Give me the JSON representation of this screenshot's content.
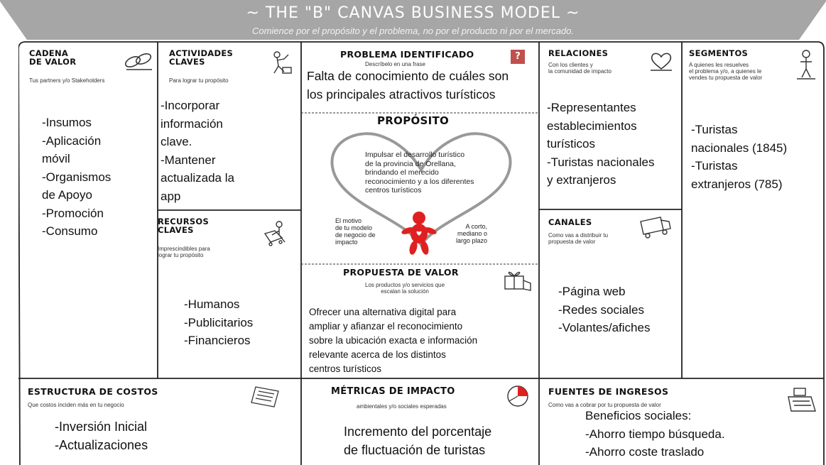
{
  "banner": {
    "title": "~ THE \"B\" CANVAS BUSINESS MODEL ~",
    "subtitle": "Comience por el propósito y el problema, no por el producto ni por el mercado."
  },
  "cadena": {
    "title": "CADENA\nDE VALOR",
    "subtitle": "Tus partners y/o Stakeholders",
    "content": "-Insumos\n-Aplicación\nmóvil\n-Organismos\nde Apoyo\n-Promoción\n-Consumo",
    "icon": "chain-links-icon"
  },
  "actividades": {
    "title": "ACTIVIDADES\nCLAVES",
    "subtitle": "Para lograr tu propósito",
    "content": "-Incorporar\ninformación\nclave.\n-Mantener\nactualizada la\napp",
    "icon": "worker-icon"
  },
  "recursos": {
    "title": "RECURSOS\nCLAVES",
    "subtitle": "Imprescindibles para\nlograr tu propósito",
    "content": "-Humanos\n-Publicitarios\n-Financieros",
    "icon": "cart-icon"
  },
  "problema": {
    "title": "PROBLEMA IDENTIFICADO",
    "subtitle": "Descríbelo en una frase",
    "badge": "?",
    "content": "Falta de conocimiento de cuáles son\nlos principales atractivos turísticos"
  },
  "proposito": {
    "title": "PROPÓSITO",
    "content": "Impulsar el desarrollo turístico\nde la provincia de Orellana,\nbrindando el merecido\nreconocimiento y a los diferentes\ncentros turísticos",
    "note_left": "El motivo\nde tu modelo\nde negocio de\nimpacto",
    "note_right": "A corto,\nmediano o\nlargo plazo",
    "icon": "heart-outline-icon",
    "figure": "gingerbread-figure-icon"
  },
  "propuesta": {
    "title": "PROPUESTA DE VALOR",
    "subtitle": "Los productos y/o servicios que\nescalan la solución",
    "content": "Ofrecer una alternativa digital para\nampliar y afianzar el reconocimiento\nsobre la ubicación exacta e información\nrelevante acerca de los distintos\ncentros turísticos",
    "icon": "gift-icon"
  },
  "relaciones": {
    "title": "RELACIONES",
    "subtitle": "Con los clientes y\nla comunidad de impacto",
    "content": "-Representantes\nestablecimientos\nturísticos\n-Turistas nacionales\ny extranjeros",
    "icon": "heart-icon"
  },
  "canales": {
    "title": "CANALES",
    "subtitle": "Como vas a distribuir tu\npropuesta de valor",
    "content": "-Página web\n-Redes sociales\n-Volantes/afiches",
    "icon": "truck-icon"
  },
  "segmentos": {
    "title": "SEGMENTOS",
    "subtitle": "A quienes les resuelves\nel problema y/o, a quienes le\nvendes tu propuesta de valor",
    "content": "-Turistas\nnacionales (1845)\n-Turistas\nextranjeros (785)",
    "icon": "person-icon"
  },
  "costos": {
    "title": "ESTRUCTURA DE COSTOS",
    "subtitle": "Que costos inciden más en tu negocio",
    "content": "-Inversión Inicial\n-Actualizaciones",
    "icon": "receipt-icon"
  },
  "metricas": {
    "title": "MÉTRICAS DE IMPACTO",
    "subtitle": "ambientales y/o sociales esperadas",
    "content": "Incremento del porcentaje\nde fluctuación de turistas",
    "icon": "pie-chart-icon"
  },
  "fuentes": {
    "title": "FUENTES DE INGRESOS",
    "subtitle": "Como vas a cobrar por tu propuesta de valor",
    "content": "Beneficios sociales:\n-Ahorro tiempo búsqueda.\n-Ahorro coste traslado",
    "icon": "cash-register-icon"
  },
  "colors": {
    "banner": "#a6a6a6",
    "badge": "#c0504d",
    "figure": "#e02020",
    "lines": "#222222"
  }
}
